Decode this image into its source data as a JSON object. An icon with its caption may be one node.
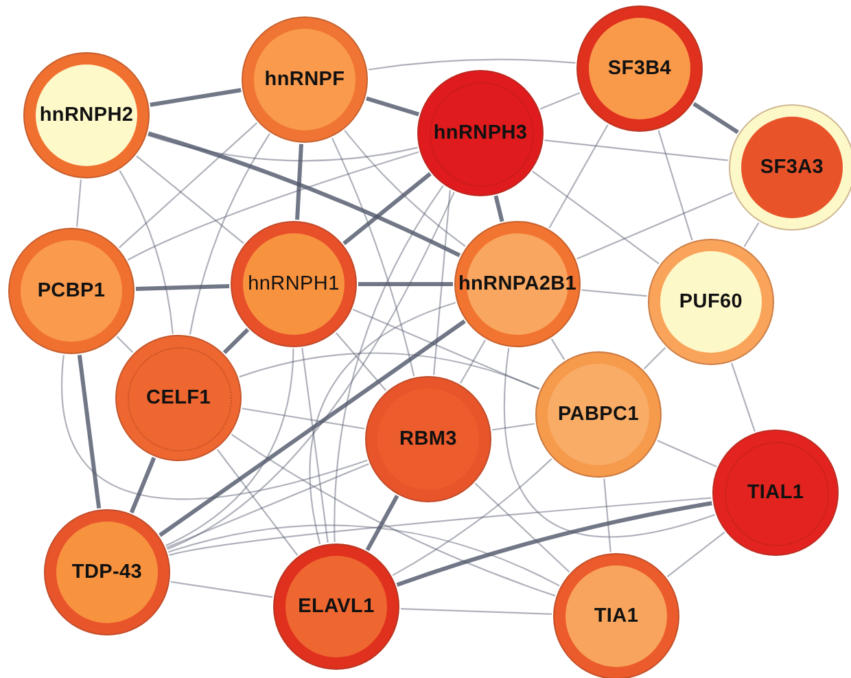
{
  "diagram": {
    "nodes": [
      {
        "text": [
          "hnRNPH2"
        ]
      },
      {
        "text": [
          "hnRNPF"
        ]
      },
      {
        "text": [
          "hnRNPH3"
        ]
      },
      {
        "text": [
          "SF3B4"
        ]
      },
      {
        "text": [
          "SF3A3"
        ]
      },
      {
        "text": [
          "PCBP1"
        ]
      },
      {
        "text": [
          "hnRNPH1"
        ]
      },
      {
        "text": [
          "hnRNPA2B1"
        ]
      },
      {
        "text": [
          "PUF60"
        ]
      },
      {
        "text": [
          "CELF1"
        ]
      },
      {
        "text": [
          "RBM3"
        ]
      },
      {
        "text": [
          "PABPC1"
        ]
      },
      {
        "text": [
          "TIAL1"
        ]
      },
      {
        "text": [
          "TDP-43"
        ]
      },
      {
        "text": [
          "ELAVL1"
        ]
      },
      {
        "text": [
          "TIA1"
        ]
      }
    ],
    "edges": [
      {
        "from": 0,
        "to": 1,
        "arrow": "none",
        "style": "thick"
      },
      {
        "from": 0,
        "to": 5,
        "arrow": "none"
      },
      {
        "from": 0,
        "to": 6,
        "arrow": "none"
      },
      {
        "from": 0,
        "to": 7,
        "arrow": "none",
        "style": "thick"
      },
      {
        "from": 0,
        "to": 2,
        "arrow": "none"
      },
      {
        "from": 0,
        "to": 9,
        "arrow": "none"
      },
      {
        "from": 1,
        "to": 2,
        "arrow": "none",
        "style": "thick"
      },
      {
        "from": 1,
        "to": 3,
        "arrow": "none"
      },
      {
        "from": 1,
        "to": 6,
        "arrow": "none",
        "style": "thick"
      },
      {
        "from": 1,
        "to": 7,
        "arrow": "none"
      },
      {
        "from": 1,
        "to": 5,
        "arrow": "none"
      },
      {
        "from": 1,
        "to": 9,
        "arrow": "none"
      },
      {
        "from": 1,
        "to": 10,
        "arrow": "none"
      },
      {
        "from": 2,
        "to": 3,
        "arrow": "none"
      },
      {
        "from": 2,
        "to": 6,
        "arrow": "none",
        "style": "thick"
      },
      {
        "from": 2,
        "to": 7,
        "arrow": "none",
        "style": "thick"
      },
      {
        "from": 2,
        "to": 4,
        "arrow": "none"
      },
      {
        "from": 2,
        "to": 5,
        "arrow": "none"
      },
      {
        "from": 2,
        "to": 10,
        "arrow": "none"
      },
      {
        "from": 2,
        "to": 14,
        "arrow": "none"
      },
      {
        "from": 2,
        "to": 13,
        "arrow": "none"
      },
      {
        "from": 2,
        "to": 8,
        "arrow": "none"
      },
      {
        "from": 3,
        "to": 4,
        "arrow": "none",
        "style": "thick"
      },
      {
        "from": 3,
        "to": 8,
        "arrow": "none"
      },
      {
        "from": 3,
        "to": 7,
        "arrow": "none"
      },
      {
        "from": 4,
        "to": 8,
        "arrow": "none"
      },
      {
        "from": 4,
        "to": 7,
        "arrow": "none"
      },
      {
        "from": 5,
        "to": 6,
        "arrow": "none",
        "style": "thick"
      },
      {
        "from": 5,
        "to": 9,
        "arrow": "none"
      },
      {
        "from": 5,
        "to": 13,
        "arrow": "none",
        "style": "thick"
      },
      {
        "from": 5,
        "to": 10,
        "arrow": "none"
      },
      {
        "from": 6,
        "to": 7,
        "arrow": "none",
        "style": "thick"
      },
      {
        "from": 6,
        "to": 9,
        "arrow": "none",
        "style": "thick"
      },
      {
        "from": 6,
        "to": 10,
        "arrow": "none"
      },
      {
        "from": 6,
        "to": 11,
        "arrow": "none"
      },
      {
        "from": 6,
        "to": 13,
        "arrow": "none"
      },
      {
        "from": 6,
        "to": 14,
        "arrow": "none"
      },
      {
        "from": 7,
        "to": 8,
        "arrow": "none"
      },
      {
        "from": 7,
        "to": 10,
        "arrow": "none"
      },
      {
        "from": 7,
        "to": 13,
        "arrow": "none",
        "style": "thick"
      },
      {
        "from": 7,
        "to": 14,
        "arrow": "none"
      },
      {
        "from": 7,
        "to": 11,
        "arrow": "none"
      },
      {
        "from": 7,
        "to": 12,
        "arrow": "none"
      },
      {
        "from": 8,
        "to": 12,
        "arrow": "none"
      },
      {
        "from": 8,
        "to": 11,
        "arrow": "none"
      },
      {
        "from": 9,
        "to": 13,
        "arrow": "none",
        "style": "thick"
      },
      {
        "from": 9,
        "to": 14,
        "arrow": "none"
      },
      {
        "from": 9,
        "to": 10,
        "arrow": "none"
      },
      {
        "from": 9,
        "to": 11,
        "arrow": "none"
      },
      {
        "from": 9,
        "to": 15,
        "arrow": "none"
      },
      {
        "from": 10,
        "to": 14,
        "arrow": "none",
        "style": "thick"
      },
      {
        "from": 10,
        "to": 11,
        "arrow": "none"
      },
      {
        "from": 10,
        "to": 13,
        "arrow": "none"
      },
      {
        "from": 10,
        "to": 15,
        "arrow": "none"
      },
      {
        "from": 11,
        "to": 12,
        "arrow": "none"
      },
      {
        "from": 11,
        "to": 15,
        "arrow": "none"
      },
      {
        "from": 11,
        "to": 14,
        "arrow": "none"
      },
      {
        "from": 12,
        "to": 15,
        "arrow": "none"
      },
      {
        "from": 12,
        "to": 14,
        "arrow": "none",
        "style": "thick"
      },
      {
        "from": 12,
        "to": 13,
        "arrow": "none"
      },
      {
        "from": 13,
        "to": 14,
        "arrow": "none"
      },
      {
        "from": 13,
        "to": 15,
        "arrow": "none"
      },
      {
        "from": 14,
        "to": 15,
        "arrow": "none"
      }
    ]
  }
}
